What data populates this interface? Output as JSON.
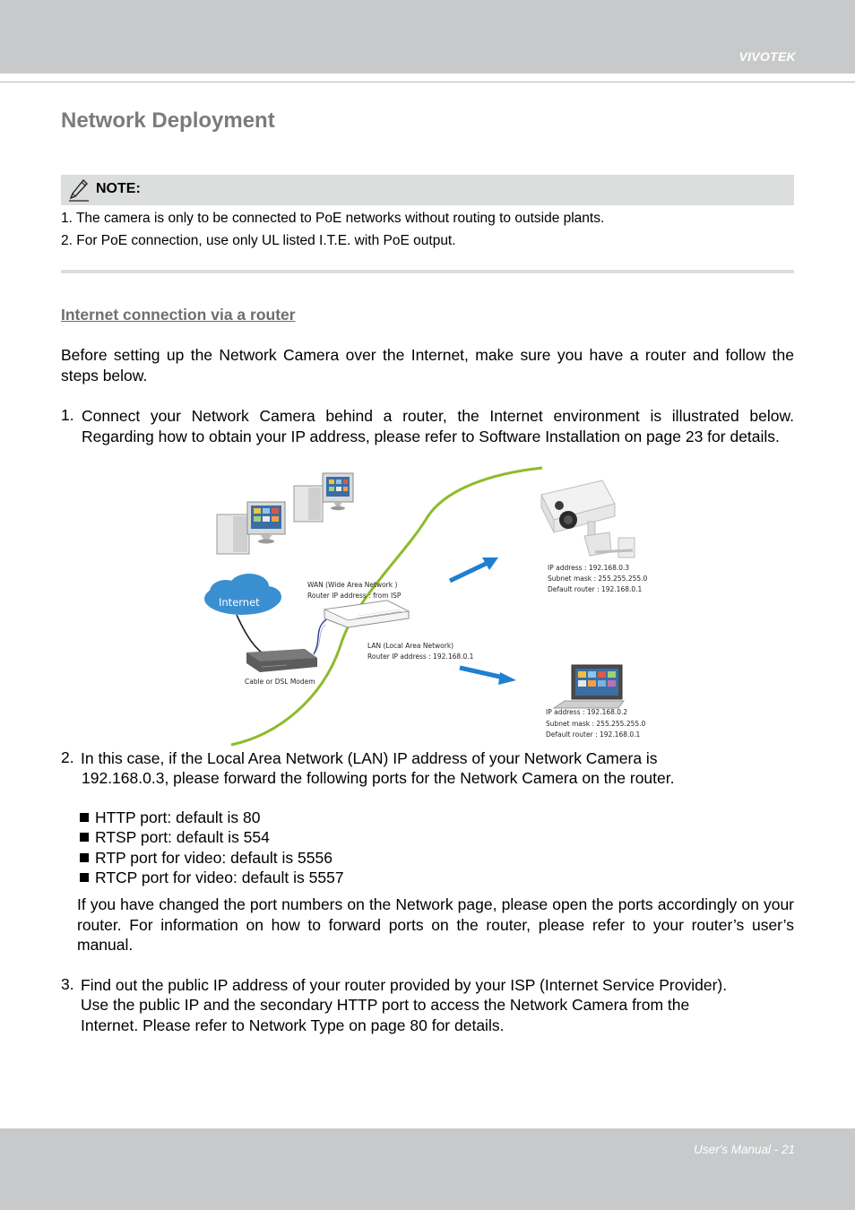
{
  "header": {
    "brand": "VIVOTEK"
  },
  "page_title": "Network Deployment",
  "note": {
    "label": "NOTE:",
    "icon": "pencil-icon",
    "lines": [
      "1. The camera is only to be connected to PoE networks without routing to outside plants.",
      "2. For PoE connection, use only UL listed I.T.E. with PoE output."
    ]
  },
  "section_heading": "Internet connection via a router",
  "intro": "Before setting up the Network Camera over the Internet, make sure you have a router and follow the steps below.",
  "step1": {
    "num": "1.",
    "text": "Connect your Network Camera behind a router, the Internet environment is illustrated below. Regarding how to obtain your IP address, please refer to Software Installation on page 23 for details."
  },
  "diagram": {
    "internet_label": "Internet",
    "wan_line1": "WAN (Wide Area Network )",
    "wan_line2": "Router IP address : from ISP",
    "lan_line1": "LAN (Local Area Network)",
    "lan_line2": "Router IP address : 192.168.0.1",
    "modem_label": "Cable or DSL Modem",
    "camera_ip": "IP address : 192.168.0.3",
    "camera_subnet": "Subnet mask : 255.255.255.0",
    "camera_router": "Default router : 192.168.0.1",
    "laptop_ip": "IP address : 192.168.0.2",
    "laptop_subnet": "Subnet mask : 255.255.255.0",
    "laptop_router": "Default router : 192.168.0.1",
    "colors": {
      "cloud": "#3a8fd0",
      "curve": "#8dbb2a",
      "arrow": "#1f7fd0"
    }
  },
  "step2": {
    "num": "2.",
    "line1": "In this case, if the Local Area Network (LAN) IP address of your Network Camera is",
    "line2": "192.168.0.3, please forward the following ports for the Network Camera on the router.",
    "ports": [
      "HTTP port: default is 80",
      "RTSP port: default is 554",
      "RTP port for video: default is 5556",
      "RTCP port for video: default is 5557"
    ],
    "followup": "If you have changed the port numbers on the Network page, please open the ports accordingly on your router. For information on how to forward ports on the router, please refer to your router’s user’s manual."
  },
  "step3": {
    "num": "3.",
    "line1": "Find out the public IP address of your router provided by your ISP (Internet Service Provider).",
    "line2": "Use the public IP and the secondary HTTP port to access the Network Camera from the",
    "line3": "Internet. Please refer to Network Type on page 80 for details."
  },
  "footer": {
    "page_label": "User's Manual - 21"
  }
}
